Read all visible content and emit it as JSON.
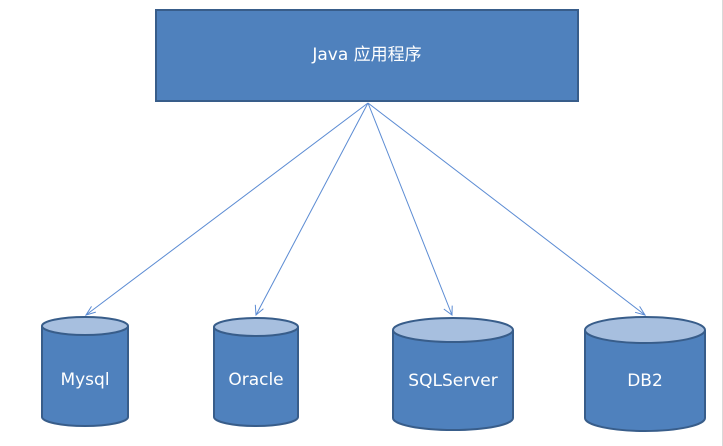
{
  "diagram": {
    "app": {
      "label": "Java 应用程序"
    },
    "databases": [
      {
        "label": "Mysql"
      },
      {
        "label": "Oracle"
      },
      {
        "label": "SQLServer"
      },
      {
        "label": "DB2"
      }
    ]
  },
  "colors": {
    "box_fill": "#4f81bd",
    "box_stroke": "#385d8a",
    "cylinder_top": "#a7bfdf",
    "connector": "#5b8bd3",
    "label_text": "#ffffff"
  }
}
